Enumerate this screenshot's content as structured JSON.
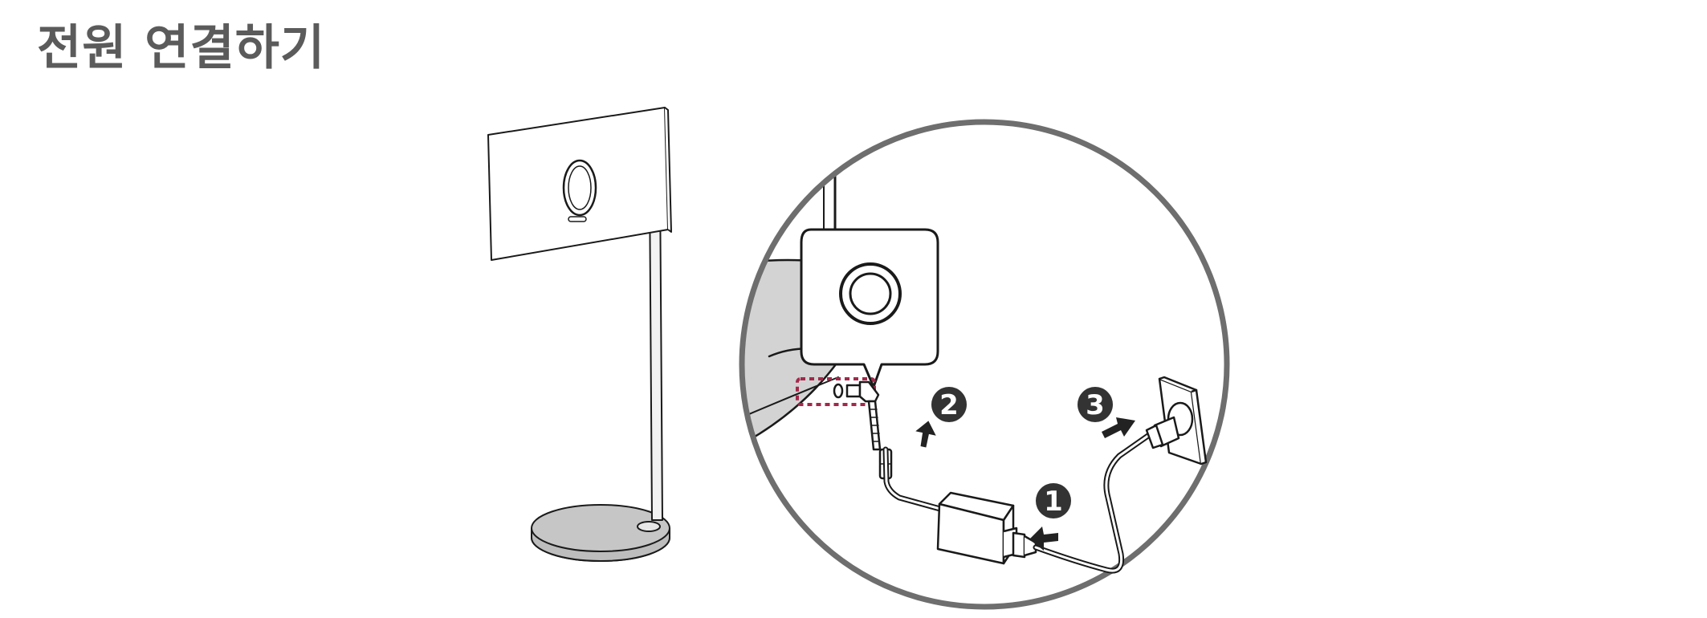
{
  "page": {
    "title": "전원 연결하기"
  },
  "steps": [
    {
      "number": "1"
    },
    {
      "number": "2"
    },
    {
      "number": "3"
    }
  ],
  "colors": {
    "title": "#5b5b5b",
    "line": "#1a1a1a",
    "circle_border": "#6e6e6e",
    "stand_gray": "#c6c6c6",
    "highlight_dashed": "#a3284a",
    "step_badge": "#333333"
  },
  "icons": {
    "step_arrow": "arrow-icon",
    "power_port": "power-port-icon",
    "wall_outlet": "wall-outlet-icon",
    "power_adapter": "power-adapter-icon"
  }
}
